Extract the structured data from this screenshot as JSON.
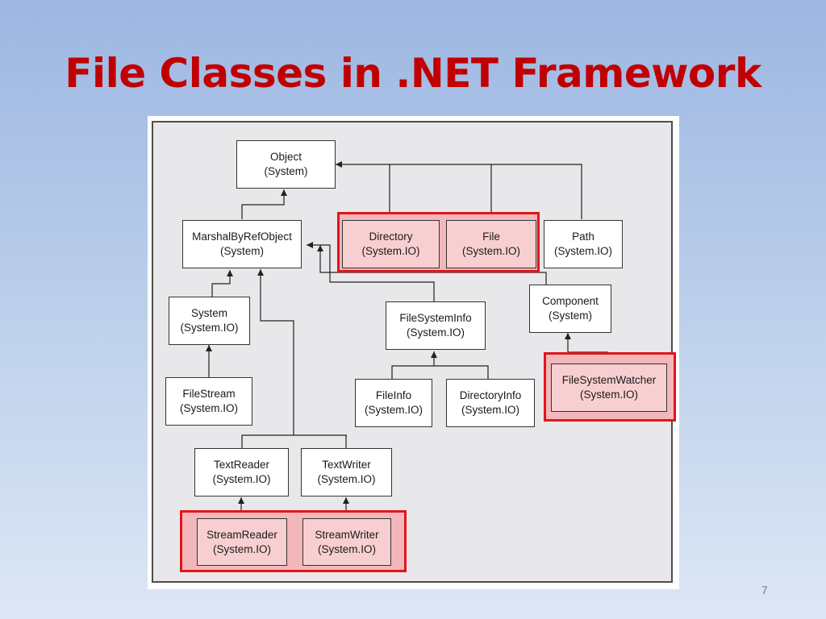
{
  "slide": {
    "title": "File Classes in .NET Framework",
    "page_number": "7"
  },
  "diagram": {
    "nodes": {
      "object": {
        "name": "Object",
        "namespace": "(System)"
      },
      "marshal": {
        "name": "MarshalByRefObject",
        "namespace": "(System)"
      },
      "directory": {
        "name": "Directory",
        "namespace": "(System.IO)"
      },
      "file": {
        "name": "File",
        "namespace": "(System.IO)"
      },
      "path": {
        "name": "Path",
        "namespace": "(System.IO)"
      },
      "component": {
        "name": "Component",
        "namespace": "(System)"
      },
      "stream": {
        "name": "System",
        "namespace": "(System.IO)"
      },
      "filesysteminfo": {
        "name": "FileSystemInfo",
        "namespace": "(System.IO)"
      },
      "filesystemwatcher": {
        "name": "FileSystemWatcher",
        "namespace": "(System.IO)"
      },
      "filestream": {
        "name": "FileStream",
        "namespace": "(System.IO)"
      },
      "fileinfo": {
        "name": "FileInfo",
        "namespace": "(System.IO)"
      },
      "directoryinfo": {
        "name": "DirectoryInfo",
        "namespace": "(System.IO)"
      },
      "textreader": {
        "name": "TextReader",
        "namespace": "(System.IO)"
      },
      "textwriter": {
        "name": "TextWriter",
        "namespace": "(System.IO)"
      },
      "streamreader": {
        "name": "StreamReader",
        "namespace": "(System.IO)"
      },
      "streamwriter": {
        "name": "StreamWriter",
        "namespace": "(System.IO)"
      }
    },
    "colors": {
      "highlight_border": "#e3141b",
      "highlight_fill": "#f2b7ba",
      "title": "#c00000"
    }
  }
}
